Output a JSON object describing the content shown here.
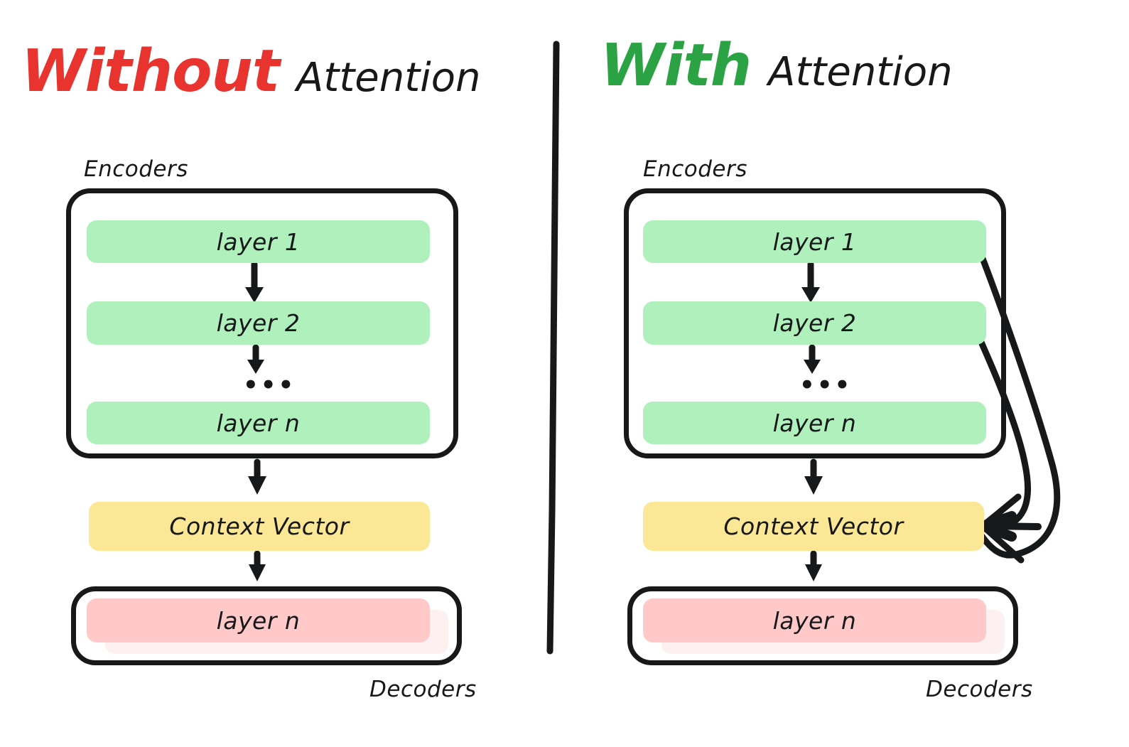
{
  "panels": [
    {
      "id": "without-attention",
      "title": {
        "emphasis": "Without",
        "emphasis_color": "#e8332e",
        "rest": "Attention"
      },
      "encoder_label": "Encoders",
      "decoder_label": "Decoders",
      "encoder_layers": [
        {
          "label": "layer 1",
          "color": "#aff0bc"
        },
        {
          "label": "layer 2",
          "color": "#aff0bc"
        },
        {
          "label": "layer n",
          "color": "#aff0bc"
        }
      ],
      "ellipsis": "•••",
      "context_vector": {
        "label": "Context Vector",
        "color": "#fbe795"
      },
      "decoder_layers": [
        {
          "label": "layer n",
          "color": "#ffc9c9"
        }
      ],
      "attention_arrows": 0
    },
    {
      "id": "with-attention",
      "title": {
        "emphasis": "With",
        "emphasis_color": "#2ba345",
        "rest": "Attention"
      },
      "encoder_label": "Encoders",
      "decoder_label": "Decoders",
      "encoder_layers": [
        {
          "label": "layer 1",
          "color": "#aff0bc"
        },
        {
          "label": "layer 2",
          "color": "#aff0bc"
        },
        {
          "label": "layer n",
          "color": "#aff0bc"
        }
      ],
      "ellipsis": "•••",
      "context_vector": {
        "label": "Context Vector",
        "color": "#fbe795"
      },
      "decoder_layers": [
        {
          "label": "layer n",
          "color": "#ffc9c9"
        }
      ],
      "attention_arrows": 2
    }
  ],
  "colors": {
    "ink": "#17181a",
    "green_layer": "#aff0bc",
    "yellow_context": "#fbe795",
    "pink_layer": "#ffc9c9",
    "pink_ghost": "#fdf0f0",
    "red_title": "#e8332e",
    "green_title": "#2ba345",
    "background": "#ffffff"
  },
  "divider": {
    "name": "vertical-divider"
  }
}
